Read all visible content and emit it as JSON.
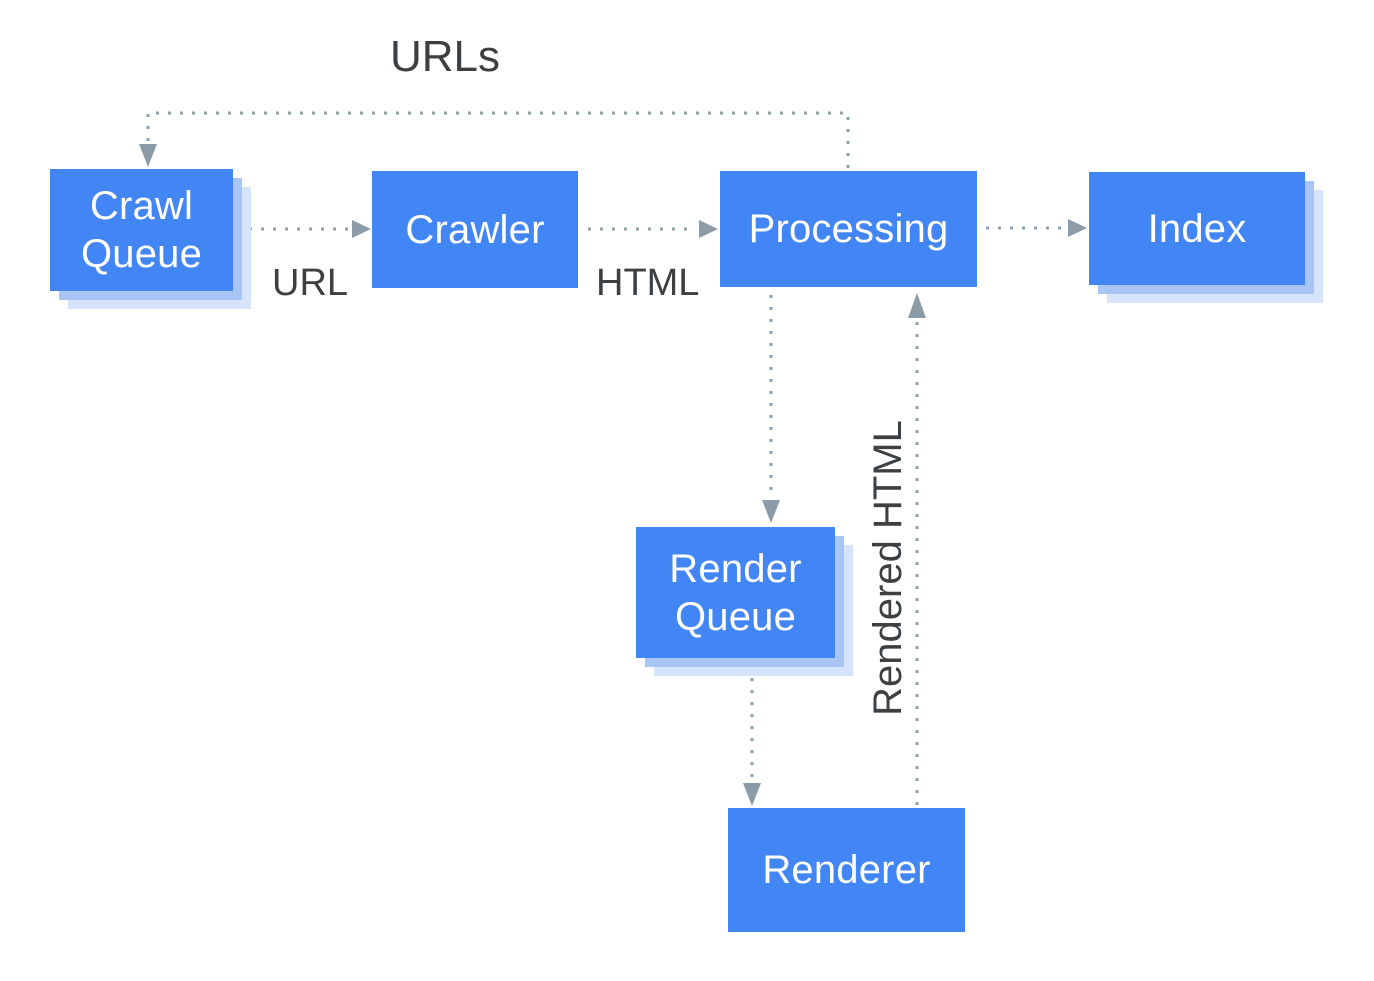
{
  "nodes": {
    "crawl_queue": {
      "label": "Crawl Queue"
    },
    "crawler": {
      "label": "Crawler"
    },
    "processing": {
      "label": "Processing"
    },
    "index": {
      "label": "Index"
    },
    "render_queue": {
      "label": "Render Queue"
    },
    "renderer": {
      "label": "Renderer"
    }
  },
  "edge_labels": {
    "urls": "URLs",
    "url": "URL",
    "html": "HTML",
    "rendered_html": "Rendered HTML"
  },
  "edges": [
    {
      "from": "crawl_queue",
      "to": "crawler",
      "label": "URL"
    },
    {
      "from": "crawler",
      "to": "processing",
      "label": "HTML"
    },
    {
      "from": "processing",
      "to": "index",
      "label": ""
    },
    {
      "from": "processing",
      "to": "crawl_queue",
      "label": "URLs"
    },
    {
      "from": "processing",
      "to": "render_queue",
      "label": ""
    },
    {
      "from": "render_queue",
      "to": "renderer",
      "label": ""
    },
    {
      "from": "renderer",
      "to": "processing",
      "label": "Rendered HTML"
    }
  ],
  "colors": {
    "node_fill": "#4285f4",
    "node_text": "#ffffff",
    "node_shadow_1": "#a9c5f5",
    "node_shadow_2": "#d6e4fb",
    "connector": "#8ca1ad",
    "arrowhead": "#8b9ba7",
    "label_text": "#3c4043",
    "canvas_bg": "#ffffff"
  }
}
